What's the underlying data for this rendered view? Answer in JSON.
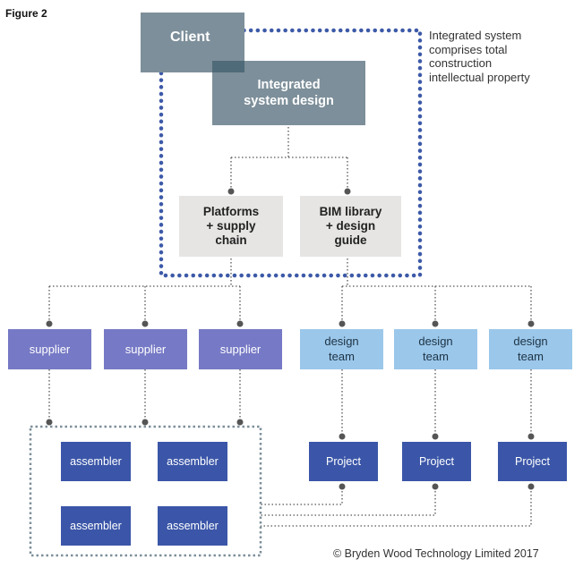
{
  "figure_label": "Figure 2",
  "nodes": {
    "client": "Client",
    "integrated_system_design": "Integrated\nsystem design",
    "platforms": "Platforms\n+ supply\nchain",
    "bim_library": "BIM library\n+ design\nguide",
    "suppliers": [
      "supplier",
      "supplier",
      "supplier"
    ],
    "design_teams": [
      "design\nteam",
      "design\nteam",
      "design\nteam"
    ],
    "projects": [
      "Project",
      "Project",
      "Project"
    ],
    "assemblers": [
      "assembler",
      "assembler",
      "assembler",
      "assembler"
    ]
  },
  "boundary_note": "Integrated system\ncomprises total\nconstruction\nintellectual property",
  "copyright": "© Bryden Wood Technology Limited 2017",
  "colors": {
    "slate": "#7d8f9a",
    "slate_dark": "#4f6a78",
    "grey_box": "#e6e5e3",
    "supplier": "#7679c5",
    "design_team": "#9bc7ea",
    "project": "#3b56a8",
    "boundary_dots": "#3d5aa8",
    "connector": "#555555"
  }
}
